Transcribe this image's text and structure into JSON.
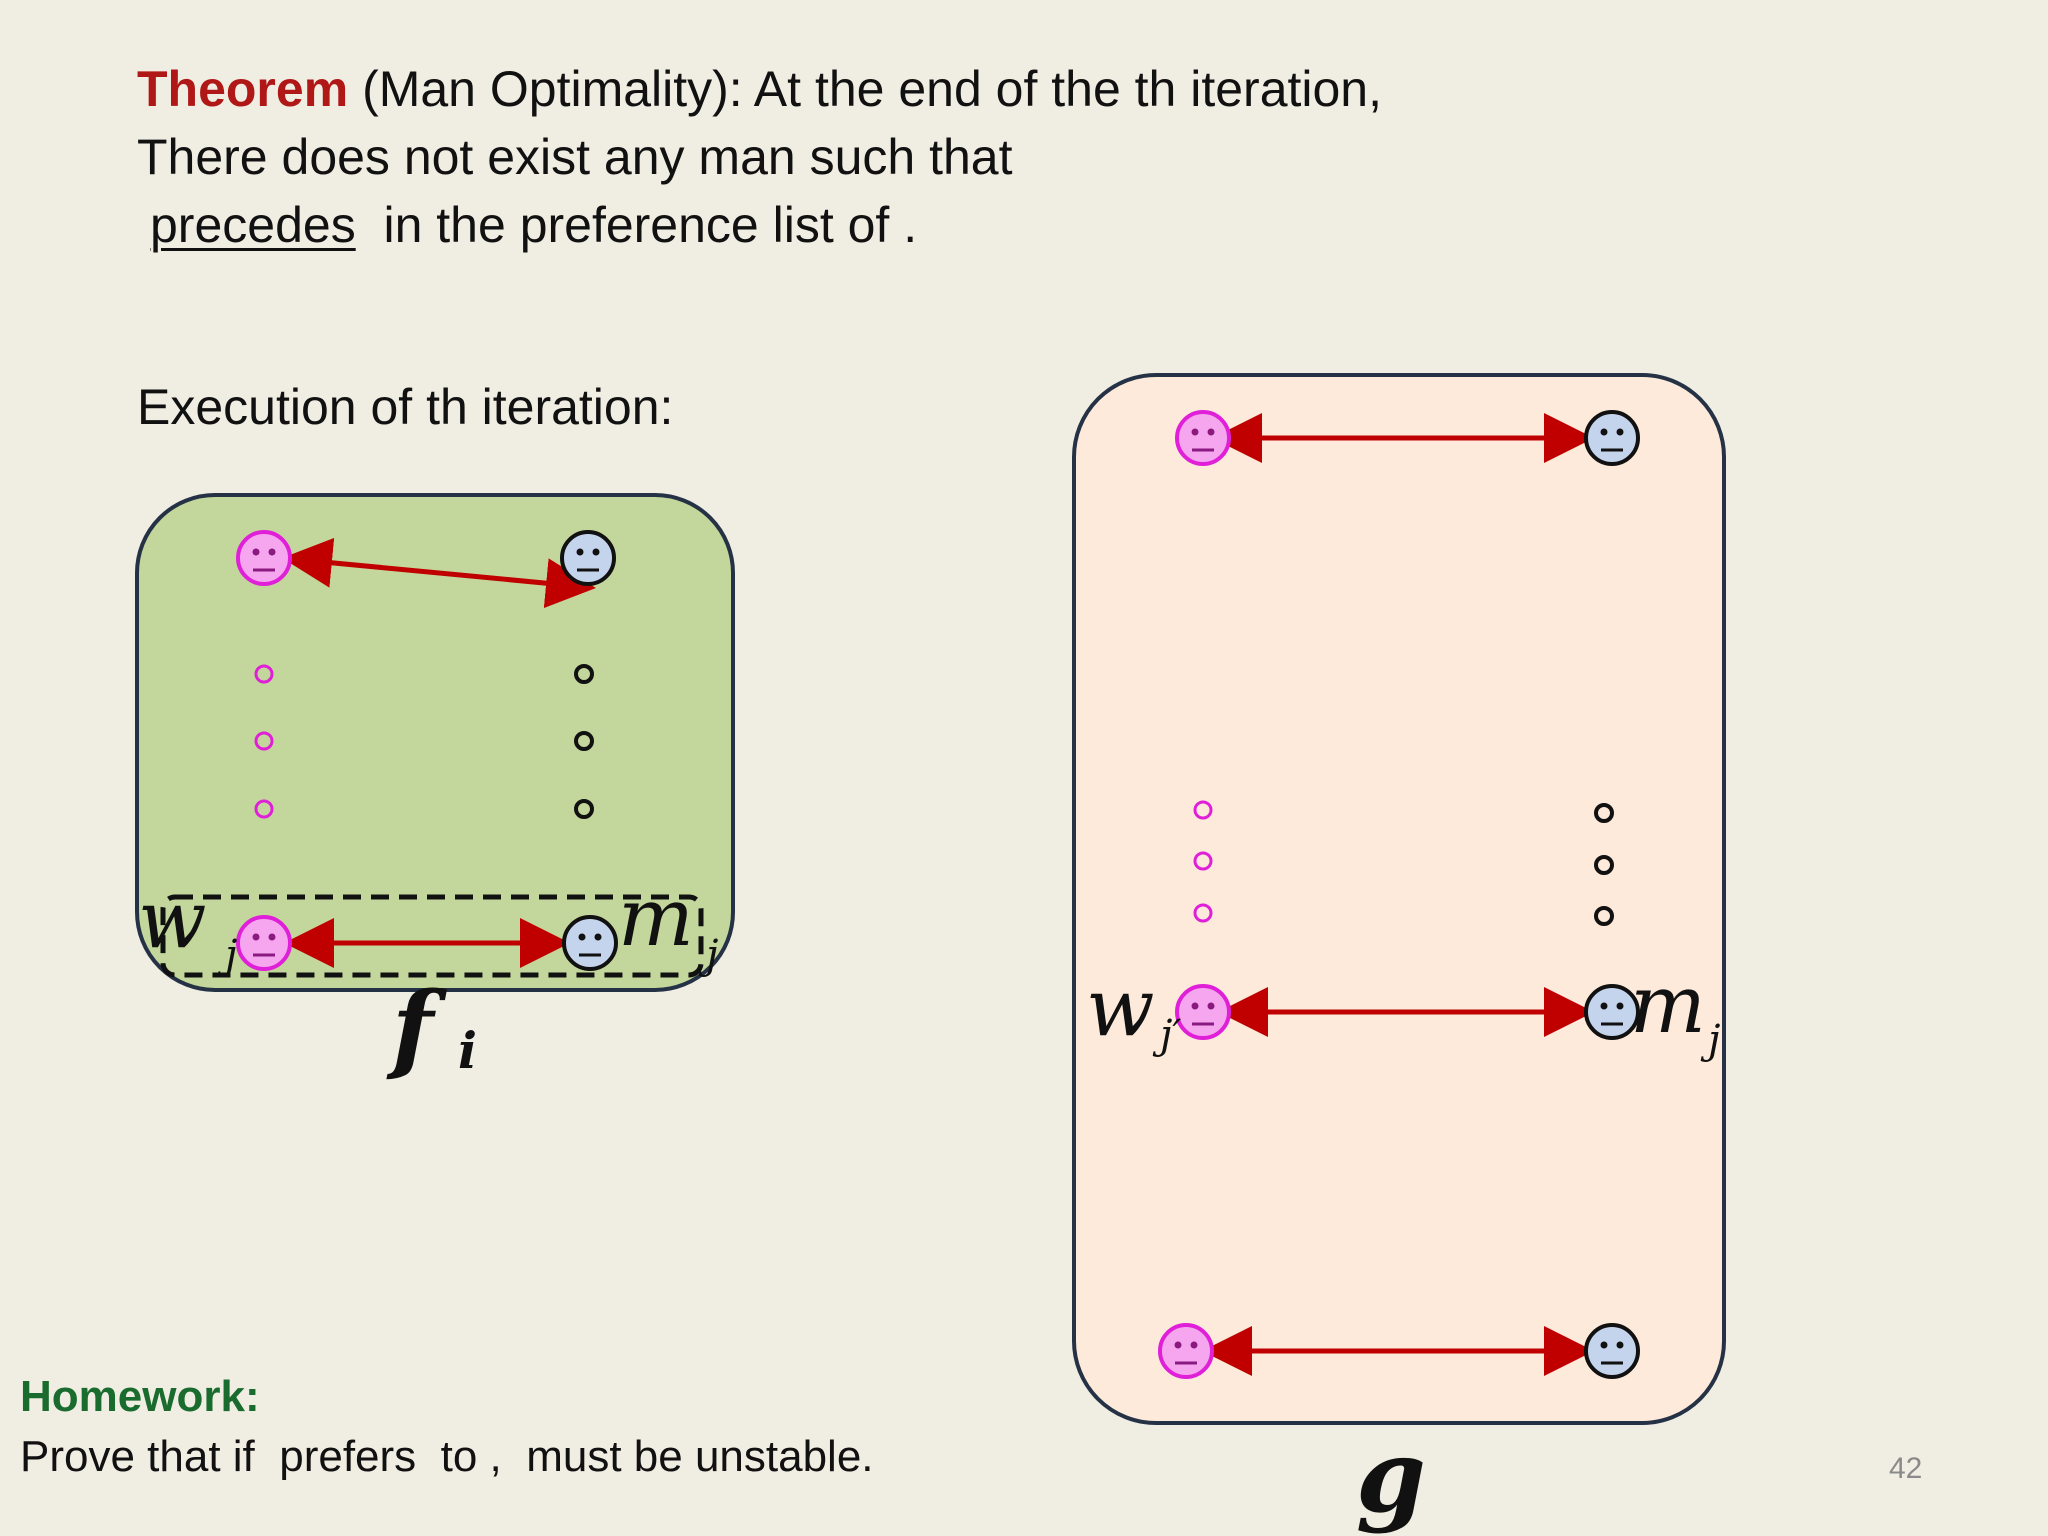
{
  "theorem": {
    "label": "Theorem",
    "line1_rest": " (Man Optimality): At the end of the th iteration,",
    "line2": "There does not exist any man such that",
    "line3_underlined": "precedes",
    "line3_rest": "  in the preference list of ."
  },
  "execution_label": "Execution of th iteration:",
  "left_box": {
    "label_w": "w",
    "label_w_sub": "j",
    "label_m": "m",
    "label_m_sub": "j",
    "caption": "f",
    "caption_sub": "i"
  },
  "right_box": {
    "label_w": "w",
    "label_w_sub": "j′",
    "label_m": "m",
    "label_m_sub": "j",
    "caption": "g"
  },
  "homework": {
    "title": "Homework:",
    "body": "Prove that if  prefers  to ,  must be unstable."
  },
  "page_number": "42",
  "colors": {
    "theorem_red": "#b01818",
    "homework_green": "#1a6b2e",
    "woman_face": "#f6a6ef",
    "woman_stroke": "#e020d8",
    "man_face": "#c4d4ec",
    "arrow_red": "#c00000",
    "left_box_fill": "#c3d69b",
    "right_box_fill": "#fdeadb",
    "box_stroke": "#253246"
  },
  "icons": [
    "woman-smiley-icon",
    "man-smiley-icon",
    "double-arrow-icon",
    "ellipsis-dots-icon"
  ]
}
